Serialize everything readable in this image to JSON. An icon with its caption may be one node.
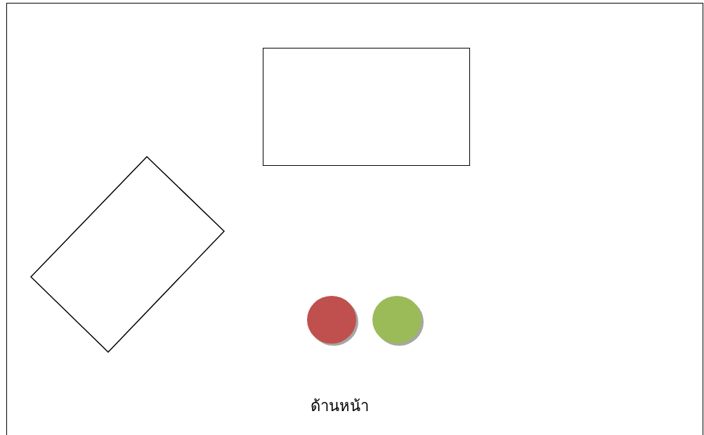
{
  "diagram": {
    "nodes": [
      {
        "text": [],
        "shape": "box"
      },
      {
        "text": [],
        "shape": "box",
        "in": 0
      },
      {
        "text": [],
        "shape": "box",
        "in": 0
      },
      {
        "text": [],
        "shape": "circle",
        "in": 0
      },
      {
        "text": [],
        "shape": "circle",
        "in": 0
      }
    ],
    "labels": [
      "ด้านหน้า"
    ]
  }
}
